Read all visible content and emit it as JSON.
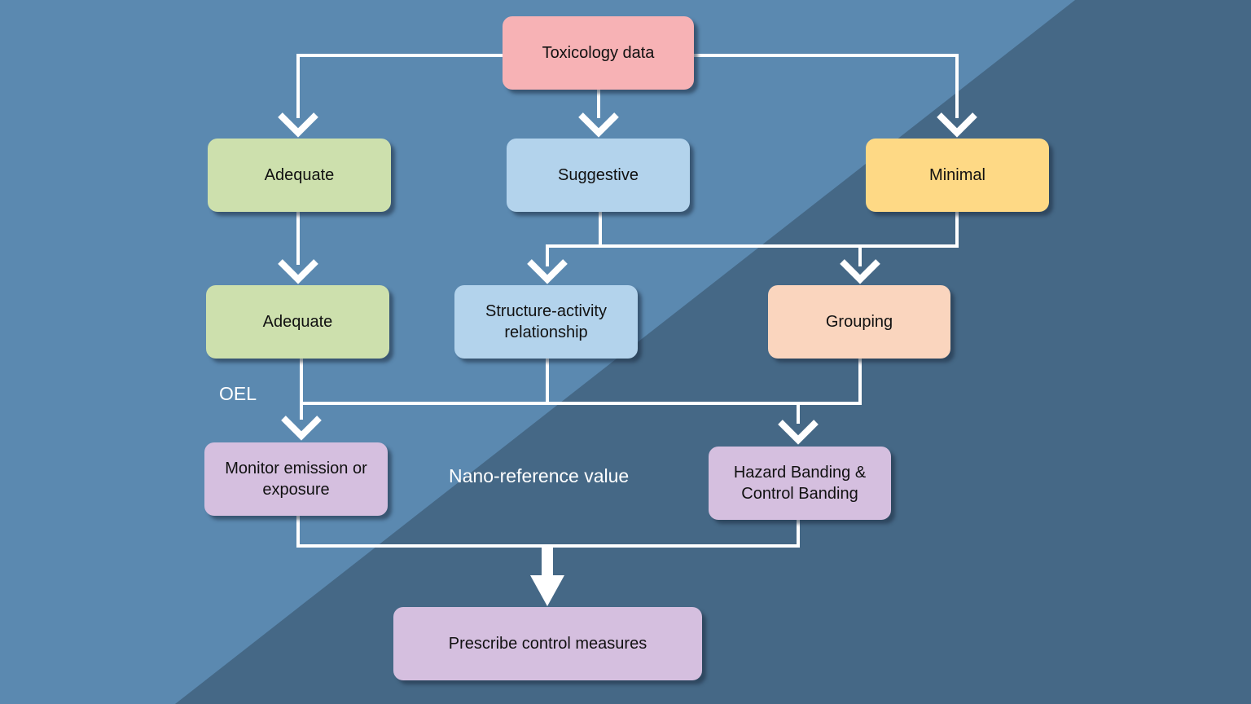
{
  "colors": {
    "bg_light": "#5b89b0",
    "bg_dark": "#456886",
    "line": "#ffffff",
    "pink": "#f7b2b5",
    "green": "#cde0ad",
    "blue": "#b3d3ec",
    "yellow": "#fed985",
    "peach": "#fad5be",
    "purple": "#d5bfdf"
  },
  "nodes": {
    "toxicology": "Toxicology data",
    "adequate1": "Adequate",
    "suggestive": "Suggestive",
    "minimal": "Minimal",
    "adequate2": "Adequate",
    "sar": "Structure-activity relationship",
    "grouping": "Grouping",
    "monitor": "Monitor emission or exposure",
    "hazard": "Hazard Banding & Control Banding",
    "prescribe": "Prescribe control measures"
  },
  "labels": {
    "oel": "OEL",
    "nano": "Nano-reference value"
  }
}
